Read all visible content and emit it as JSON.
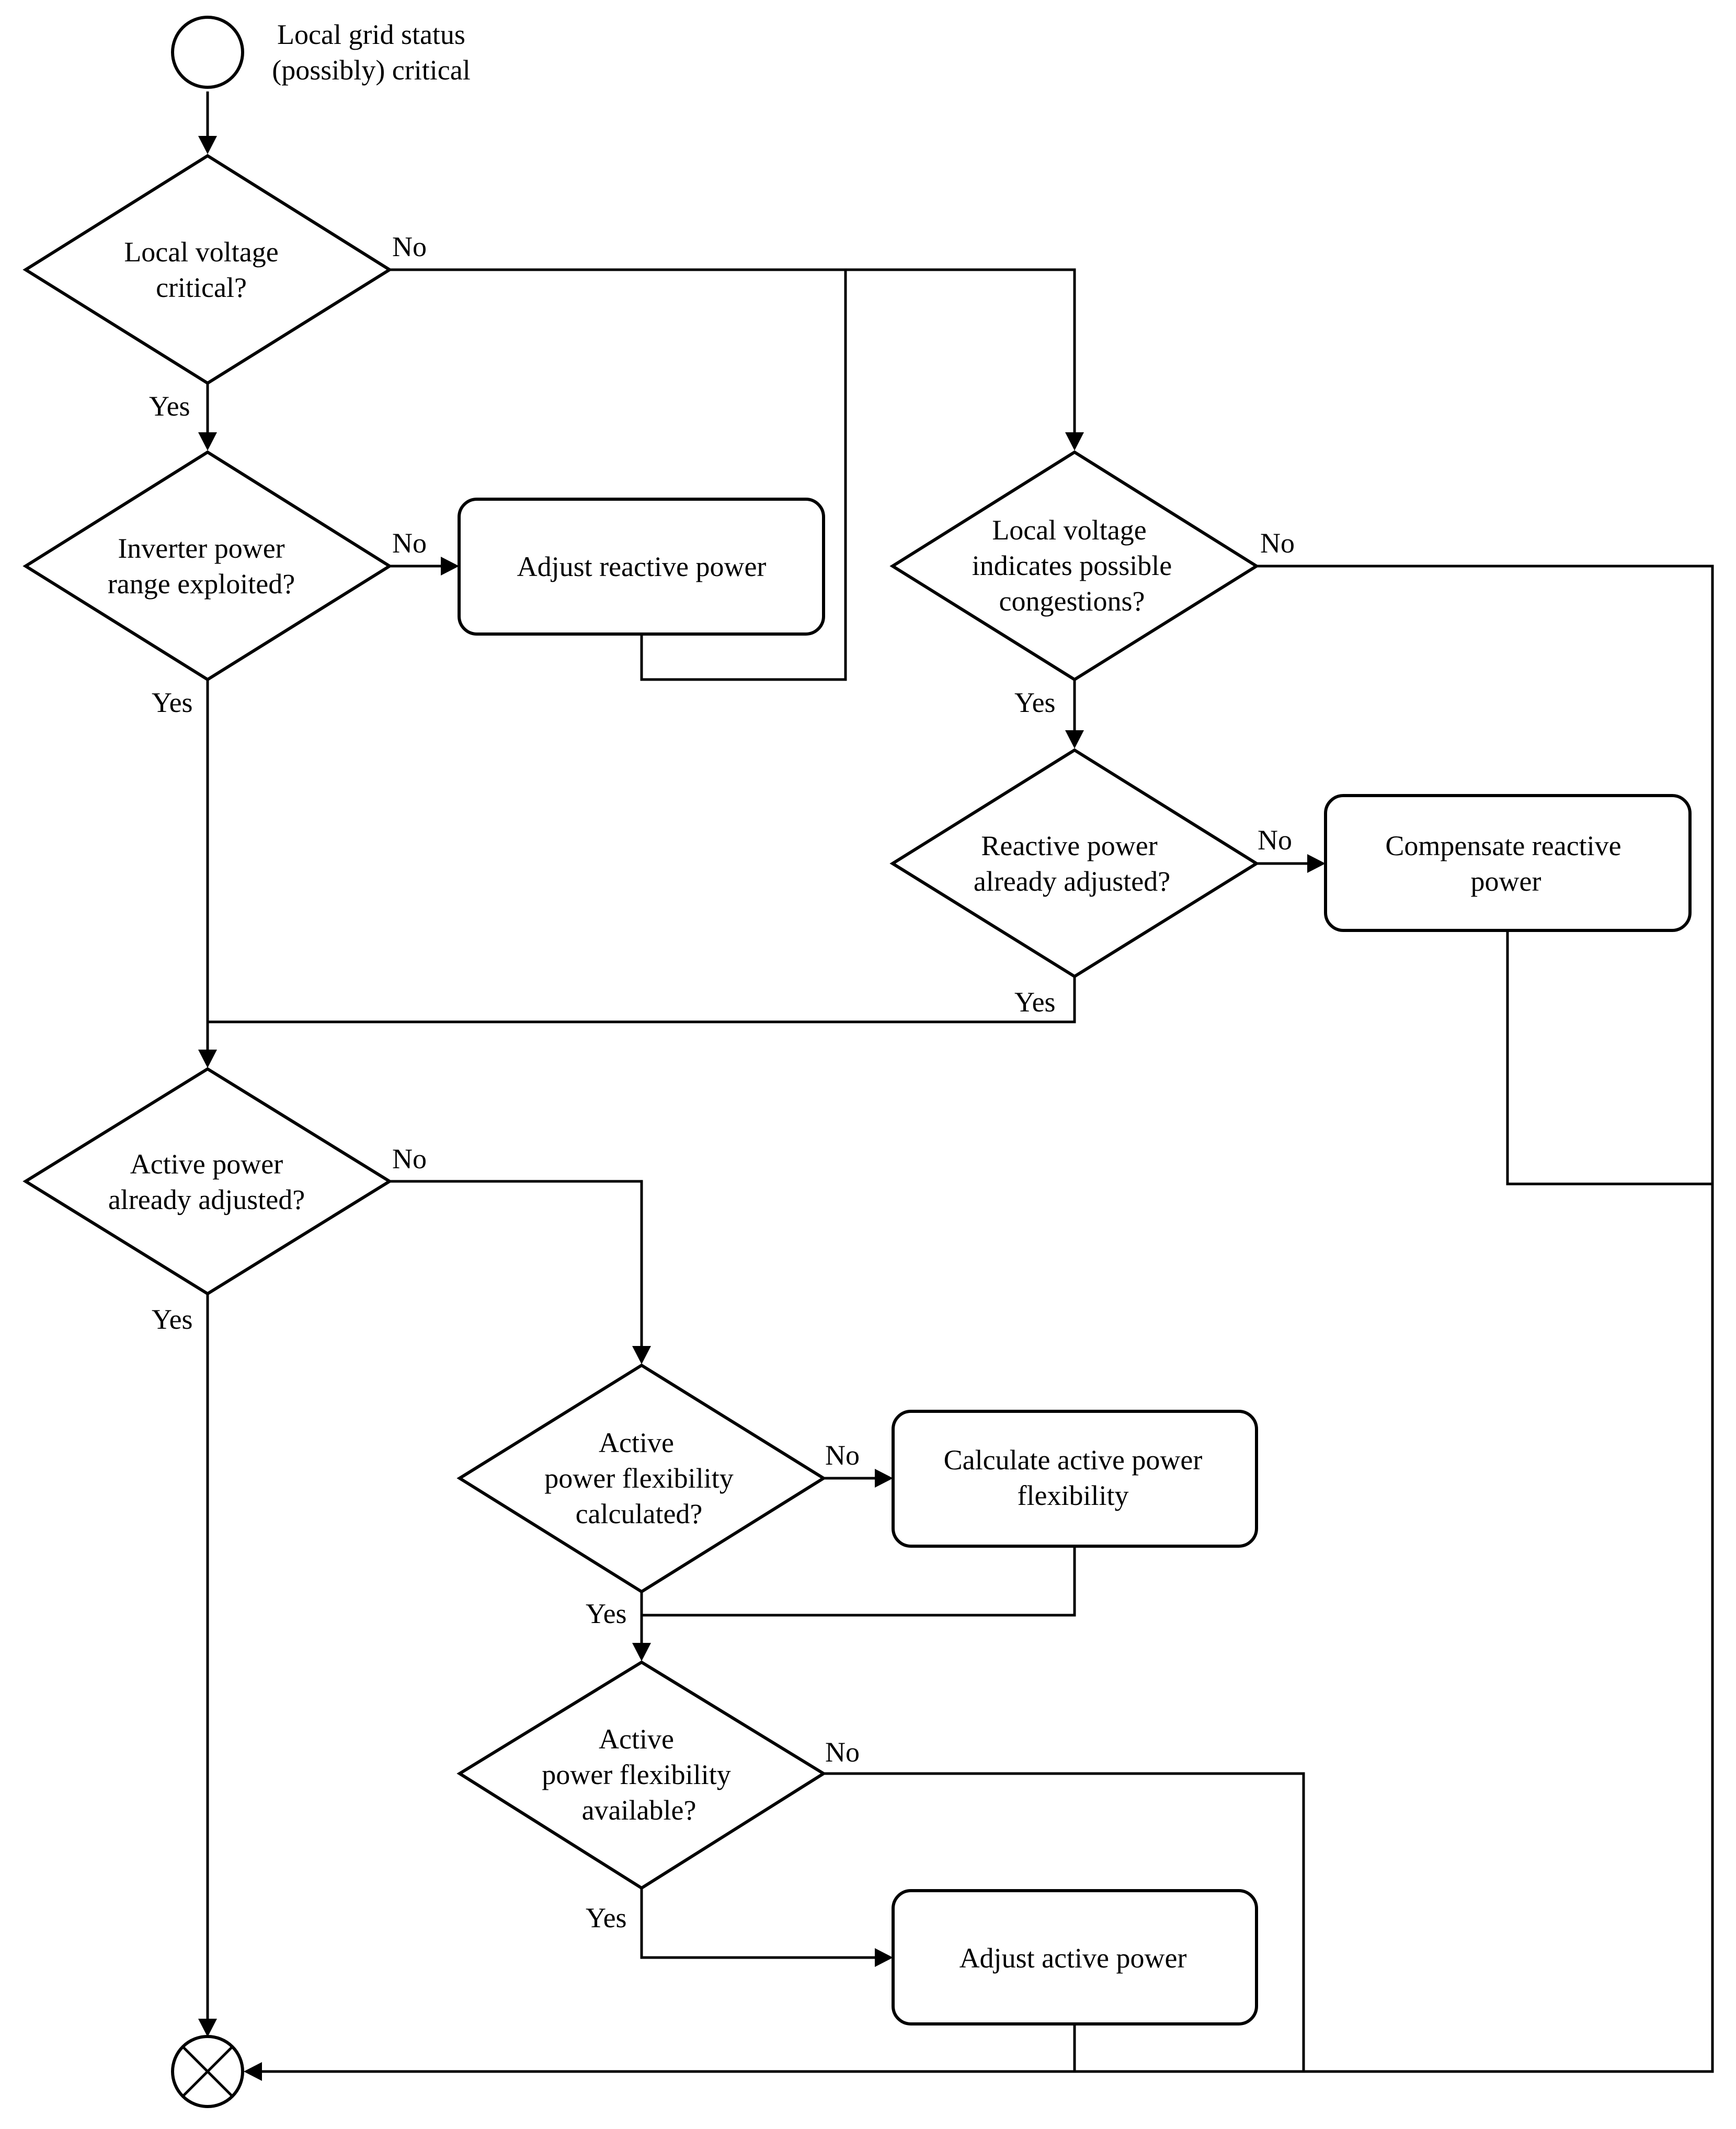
{
  "start": {
    "label_lines": [
      "Local grid status",
      "(possibly) critical"
    ]
  },
  "decisions": {
    "d1": [
      "Local voltage",
      "critical?"
    ],
    "d2": [
      "Inverter power",
      "range exploited?"
    ],
    "d3": [
      "Local voltage",
      "indicates possible",
      "congestions?"
    ],
    "d4": [
      "Reactive power",
      "already adjusted?"
    ],
    "d5": [
      "Active power",
      "already adjusted?"
    ],
    "d6": [
      "Active",
      "power flexibility",
      "calculated?"
    ],
    "d7": [
      "Active",
      "power flexibility",
      "available?"
    ]
  },
  "processes": {
    "p1": [
      "Adjust reactive power"
    ],
    "p2": [
      "Compensate reactive",
      "power"
    ],
    "p3": [
      "Calculate active power",
      "flexibility"
    ],
    "p4": [
      "Adjust active power"
    ]
  },
  "edge_labels": {
    "yes": "Yes",
    "no": "No"
  }
}
